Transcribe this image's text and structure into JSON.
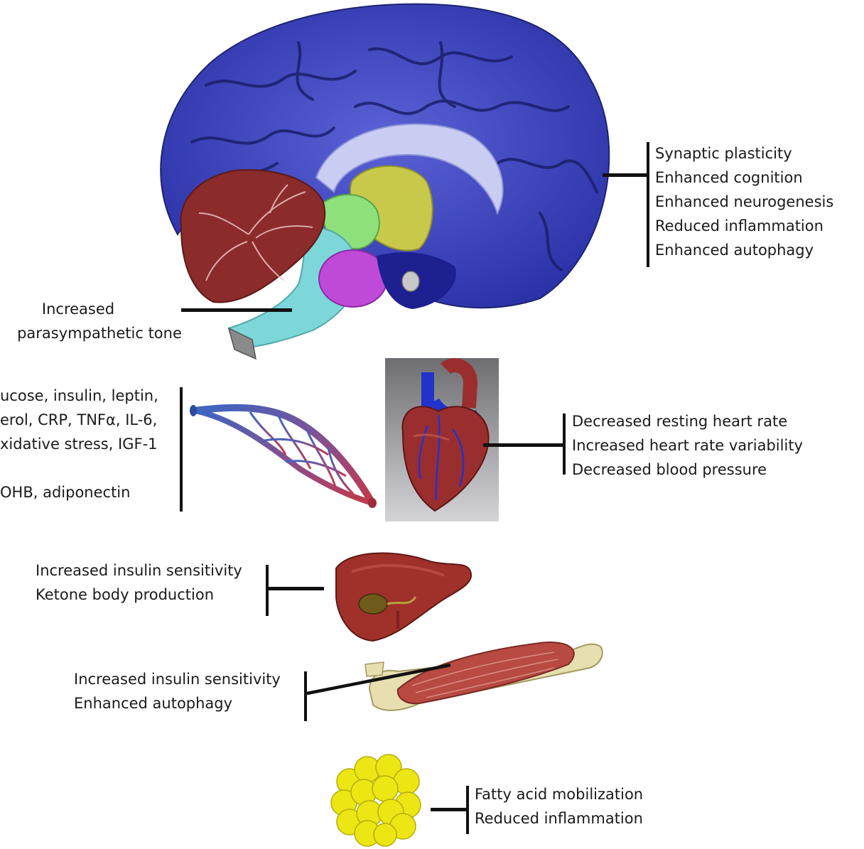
{
  "colors": {
    "brain": "#3c44b8",
    "cerebellum": "#8b2b2a",
    "brainstem": "#7dd6d8",
    "thalamus": "#c8c94a",
    "midbrain": "#8ee07a",
    "pons_pink": "#c04ad8",
    "heart_red": "#9a2e2e",
    "heart_blue": "#2233cc",
    "vessel_blue": "#3b66c4",
    "vessel_red": "#c2394a",
    "liver": "#a0302a",
    "muscle": "#b84a42",
    "bone": "#e7dfb0",
    "fat": "#ece614",
    "line": "#111111"
  },
  "brain": {
    "icon": "brain-icon",
    "effects": [
      "Synaptic plasticity",
      "Enhanced cognition",
      "Enhanced neurogenesis",
      "Reduced inflammation",
      "Enhanced autophagy"
    ]
  },
  "brainstem": {
    "effects": [
      "Increased",
      "parasympathetic tone"
    ]
  },
  "blood": {
    "icon": "blood-vessel-icon",
    "effects": [
      "ucose, insulin, leptin,",
      "erol, CRP, TNFα, IL-6,",
      "xidative stress, IGF-1",
      "",
      "OHB, adiponectin"
    ]
  },
  "heart": {
    "icon": "heart-icon",
    "effects": [
      "Decreased resting heart rate",
      "Increased heart rate variability",
      "Decreased blood pressure"
    ]
  },
  "liver": {
    "icon": "liver-icon",
    "effects": [
      "Increased insulin sensitivity",
      "Ketone body production"
    ]
  },
  "muscle": {
    "icon": "muscle-icon",
    "effects": [
      "Increased insulin sensitivity",
      "Enhanced autophagy"
    ]
  },
  "fat": {
    "icon": "adipose-tissue-icon",
    "effects": [
      "Fatty acid mobilization",
      "Reduced inflammation"
    ]
  }
}
